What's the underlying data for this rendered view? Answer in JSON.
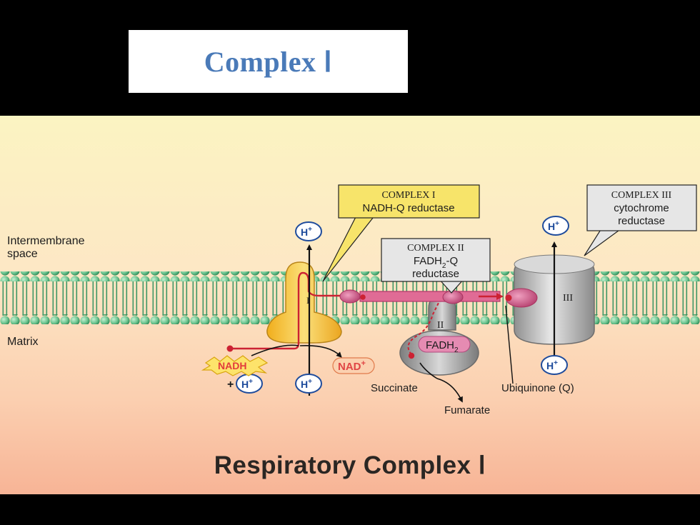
{
  "slide_title": "Complex Ⅰ",
  "regions": {
    "intermembrane_line1": "Intermembrane",
    "intermembrane_line2": "space",
    "matrix": "Matrix"
  },
  "complex1": {
    "line1": "COMPLEX I",
    "line2": "NADH-Q reductase",
    "roman": "I"
  },
  "complex2": {
    "line1": "COMPLEX II",
    "line2_main": "FADH",
    "line2_sub": "2",
    "line2_tail": "-Q",
    "line3": "reductase",
    "roman": "II"
  },
  "complex3": {
    "line1": "COMPLEX III",
    "line2": "cytochrome",
    "line3": "reductase",
    "roman": "III"
  },
  "proton": {
    "main": "H",
    "sup": "+"
  },
  "molecules": {
    "nadh": "NADH",
    "plus": "+",
    "nad": "NAD",
    "nad_sup": "+",
    "fadh": "FADH",
    "fadh_sub": "2",
    "succinate": "Succinate",
    "fumarate": "Fumarate",
    "ubiquinone": "Ubiquinone (Q)"
  },
  "footer_title": "Respiratory Complex Ⅰ",
  "colors": {
    "title_text": "#4a7ab8",
    "callout_yellow": "#f7e46a",
    "callout_gray": "#e6e6e6",
    "membrane_green": "#6cc08c",
    "complex1_fill": "#f3cf4f",
    "complex2_fill": "#b7b7b7",
    "complex3_fill": "#c4c4c4",
    "electron_path": "#cc2233",
    "ubiquinone_fill": "#c6497a"
  }
}
